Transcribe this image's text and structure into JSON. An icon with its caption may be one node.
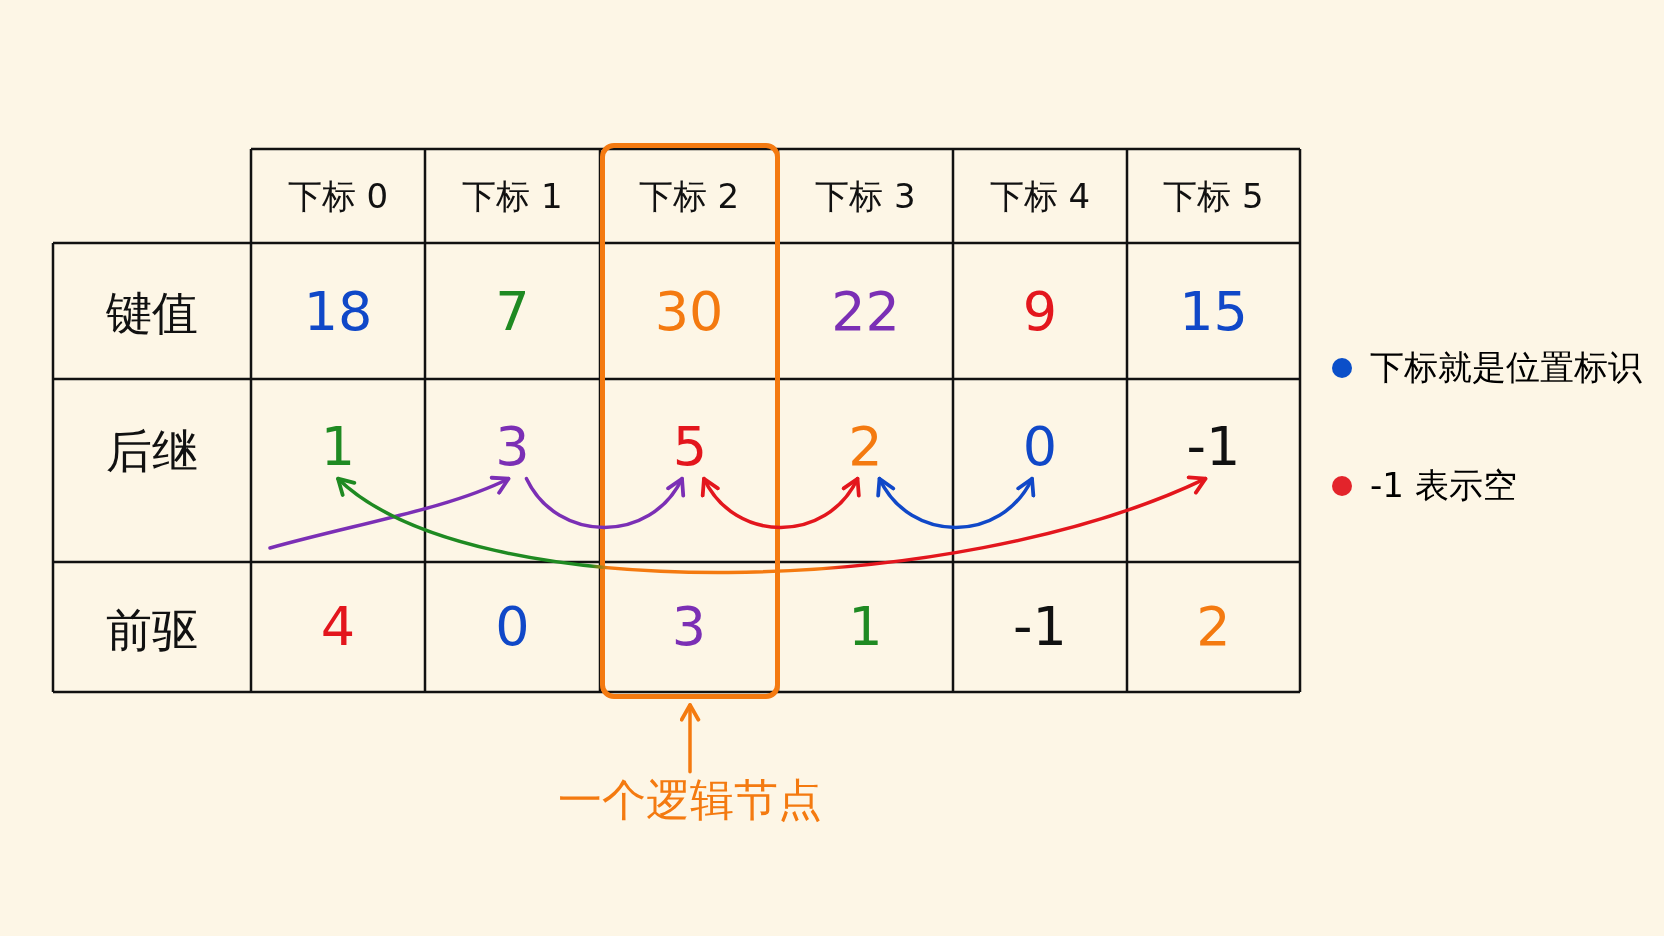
{
  "diagram": {
    "nodes": [
      {
        "text": [],
        "shape": "box"
      },
      {
        "text": [
          "1"
        ]
      },
      {
        "text": [
          "3"
        ]
      },
      {
        "text": [
          "5"
        ],
        "in": 0
      },
      {
        "text": [
          "2"
        ]
      },
      {
        "text": [
          "0"
        ]
      },
      {
        "text": [
          "-1"
        ]
      },
      {
        "text": [
          "一个逻辑节点"
        ]
      }
    ],
    "edges": [
      {
        "from": null,
        "to": 2,
        "arrow": "to",
        "color": "#7b2fb5"
      },
      {
        "from": 2,
        "to": 3,
        "arrow": "to",
        "color": "#7b2fb5"
      },
      {
        "from": 3,
        "to": 4,
        "arrow": "both",
        "color": "#e3161d"
      },
      {
        "from": 4,
        "to": 5,
        "arrow": "both",
        "color": "#1048c8"
      },
      {
        "from": 1,
        "to": 6,
        "arrow": "both"
      },
      {
        "from": 7,
        "to": 0,
        "arrow": "to",
        "color": "#f47a10"
      }
    ],
    "labels": [
      "下标 0",
      "下标 1",
      "下标 2",
      "下标 3",
      "下标 4",
      "下标 5",
      "键值",
      "18",
      "7",
      "30",
      "22",
      "9",
      "15",
      "后继",
      "前驱",
      "4",
      "0",
      "3",
      "1",
      "-1",
      "2"
    ],
    "legend": [
      {
        "text": "下标就是位置标识",
        "color": "#0b4fc9"
      },
      {
        "text": "-1 表示空",
        "color": "#e3242b"
      }
    ]
  }
}
